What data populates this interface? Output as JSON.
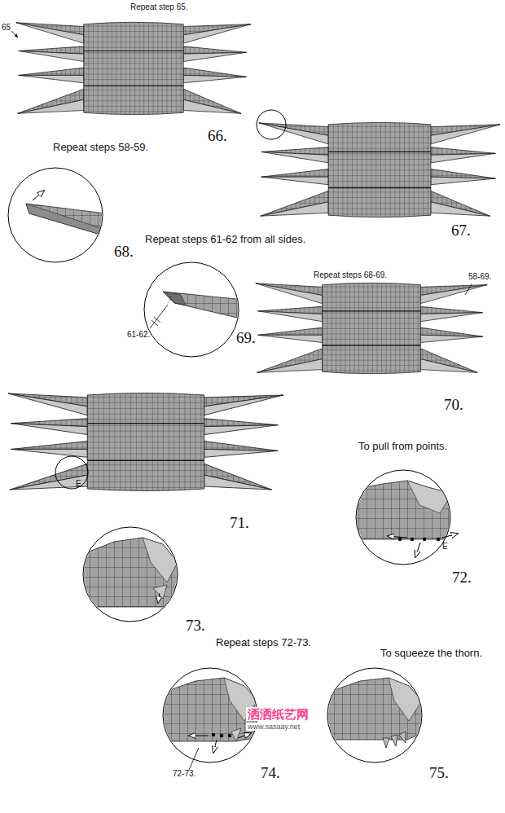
{
  "diagram": {
    "labels": [
      "Repeat step 65.",
      "65",
      "66.",
      "Repeat steps 58-59.",
      "67.",
      "68.",
      "Repeat steps 61-62 from all sides.",
      "Repeat steps 68-69.",
      "58-69.",
      "61-62.",
      "69.",
      "70.",
      "71.",
      "E",
      "To pull from points.",
      "E",
      "72.",
      "73.",
      "Repeat steps 72-73.",
      "To squeeze the thorn.",
      "72-73.",
      "74.",
      "75.",
      "洒洒纸艺网",
      "www.sasaay.net"
    ]
  }
}
